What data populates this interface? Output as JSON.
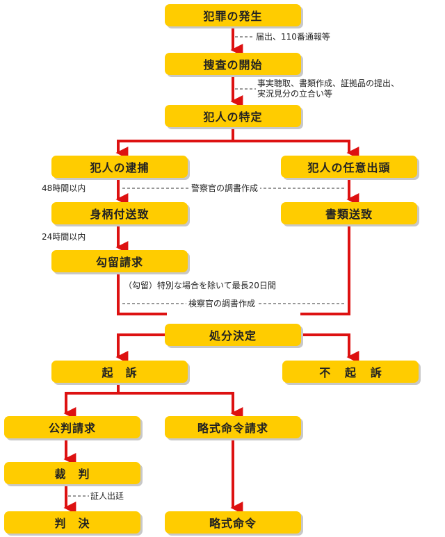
{
  "boxes": {
    "occurrence": "犯罪の発生",
    "investigation": "捜査の開始",
    "identification": "犯人の特定",
    "arrest": "犯人の逮捕",
    "voluntary": "犯人の任意出頭",
    "custody_transfer": "身柄付送致",
    "document_transfer": "書類送致",
    "detention": "勾留請求",
    "disposition": "処分決定",
    "indictment": "起　訴",
    "non_indictment": "不起訴",
    "public_trial": "公判請求",
    "summary_request": "略式命令請求",
    "trial": "裁　判",
    "judgment": "判　決",
    "summary_order": "略式命令"
  },
  "notes": {
    "report": "届出、110番通報等",
    "investigation_line1": "事実聴取、書類作成、証拠品の提出、",
    "investigation_line2": "実況見分の立合い等",
    "within_48h": "48時間以内",
    "police_record": "警察官の調書作成",
    "within_24h": "24時間以内",
    "detention_limit": "（勾留）特別な場合を除いて最長20日間",
    "prosecutor_record": "検察官の調書作成",
    "witness": "証人出廷"
  },
  "colors": {
    "box_fill": "#ffcc00",
    "arrow": "#dd1111",
    "dashed": "#333333"
  }
}
